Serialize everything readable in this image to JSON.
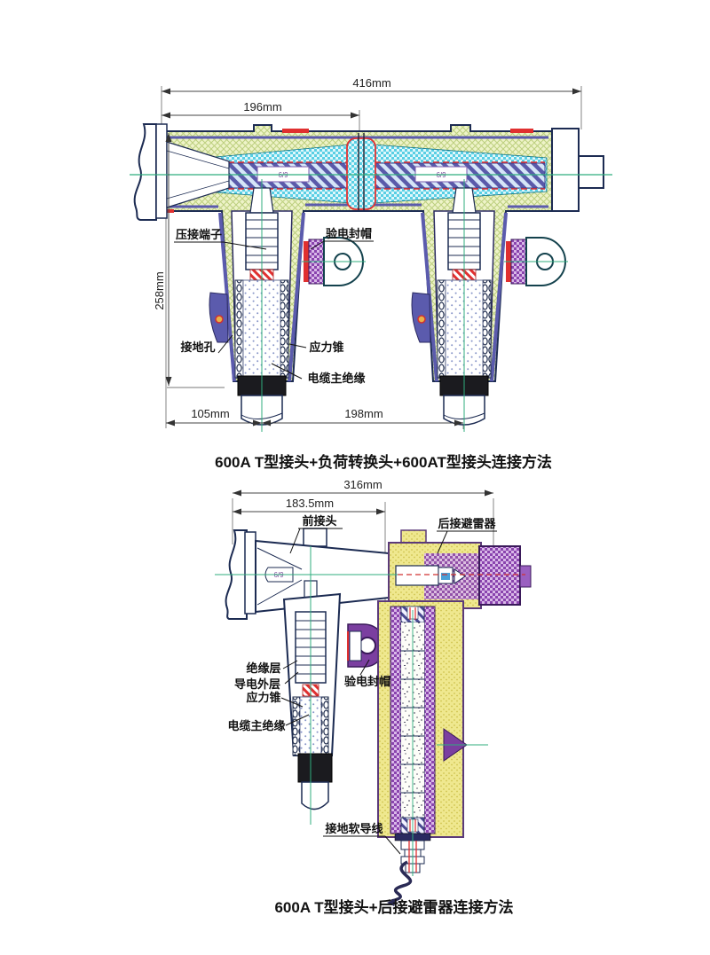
{
  "page": {
    "background": "#ffffff"
  },
  "colors": {
    "body_insulation_green": "#eef3c8",
    "semicon_cyan": "#59cfe4",
    "conductor_purple": "#5a5aaa",
    "arrester_yellow": "#efe88f",
    "arrester_purple": "#8a44ae",
    "accent_red": "#e03030",
    "centerline_green": "#2fae7e",
    "outline_navy": "#1c2b52"
  },
  "figure1": {
    "title": "600A  T型接头+负荷转换头+600AT型接头连接方法",
    "dims": {
      "total": "416mm",
      "left": "196mm",
      "height": "258mm",
      "bottom_left": "105mm",
      "bottom_right": "198mm"
    },
    "labels": {
      "crimp_terminal": "压接端子",
      "test_cap": "验电封帽",
      "ground_hole": "接地孔",
      "stress_cone": "应力锥",
      "cable_insulation": "电缆主绝缘"
    },
    "marks": {
      "core_left": "6/9",
      "core_right": "6/9"
    }
  },
  "figure2": {
    "title": "600A  T型接头+后接避雷器连接方法",
    "dims": {
      "total": "316mm",
      "left": "183.5mm"
    },
    "labels": {
      "front_connector": "前接头",
      "rear_arrester": "后接避雷器",
      "insulation_layer": "绝缘层",
      "conductive_layer": "导电外层",
      "stress_cone": "应力锥",
      "cable_insulation": "电缆主绝缘",
      "test_cap": "验电封帽",
      "ground_wire": "接地软导线"
    },
    "marks": {
      "core": "6/9"
    }
  }
}
